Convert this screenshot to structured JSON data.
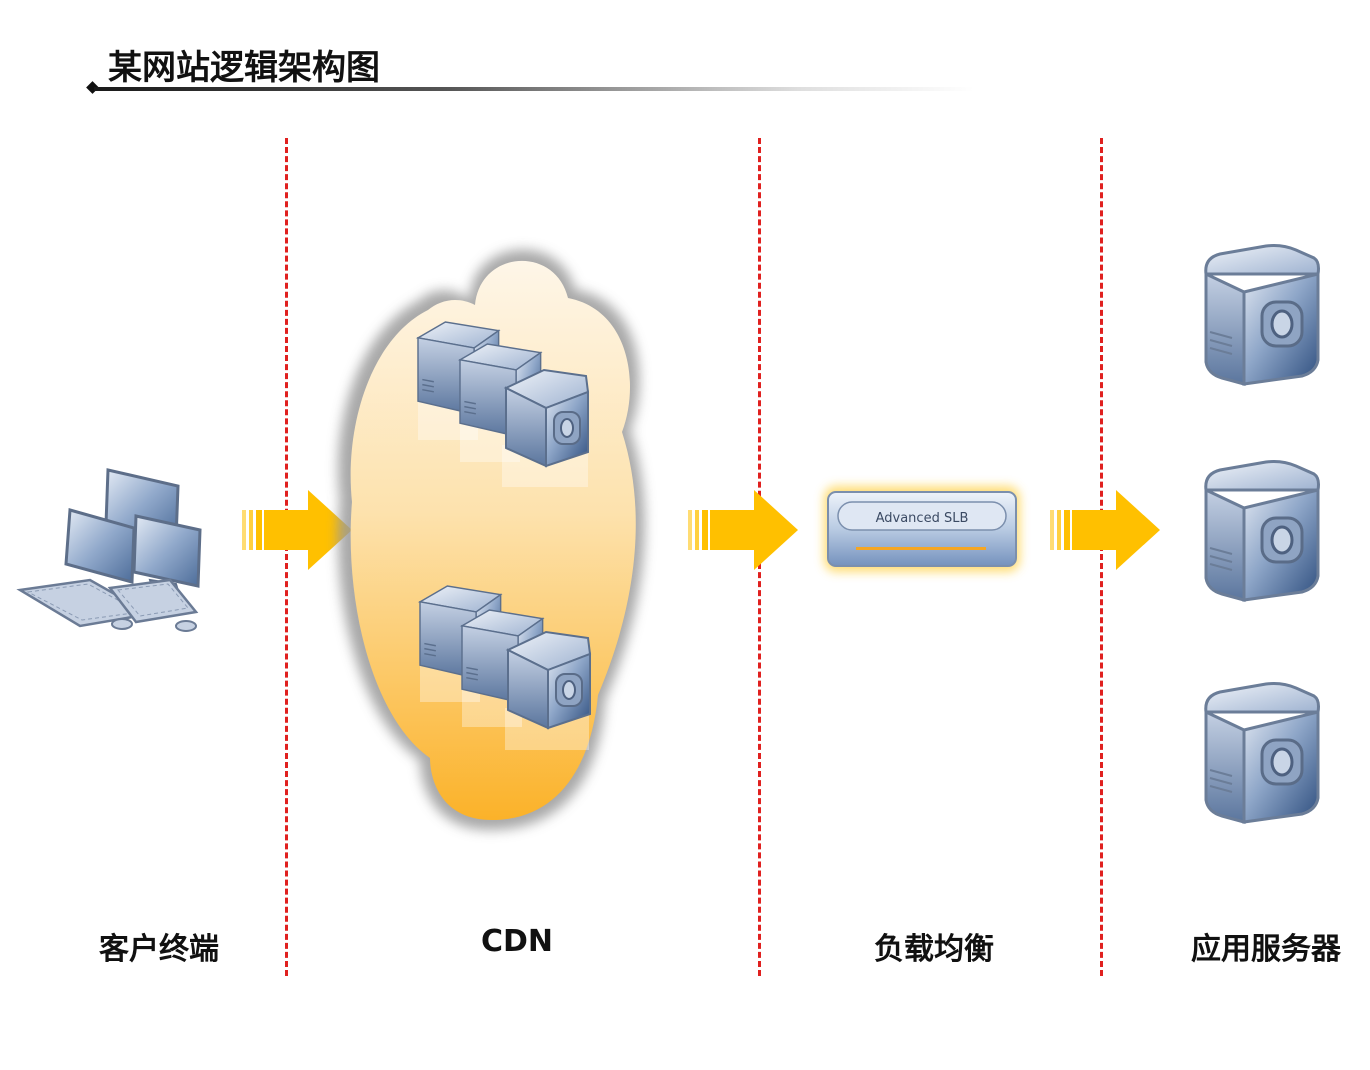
{
  "title": "某网站逻辑架构图",
  "columns": [
    {
      "label": "客户终端"
    },
    {
      "label": "CDN"
    },
    {
      "label": "负载均衡"
    },
    {
      "label": "应用服务器"
    }
  ],
  "slb_device": {
    "label": "Advanced SLB"
  },
  "colors": {
    "divider": "#e0201f",
    "arrow": "#ffc000",
    "cloud_top": "#fdf0d8",
    "cloud_bottom": "#fbb832",
    "server_blue": "#4a6f9e"
  }
}
